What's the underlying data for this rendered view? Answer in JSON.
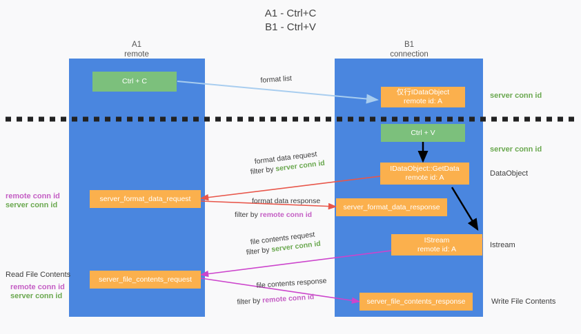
{
  "title": {
    "line1": "A1 - Ctrl+C",
    "line2": "B1 - Ctrl+V"
  },
  "columns": [
    {
      "name": "A1",
      "sub": "remote"
    },
    {
      "name": "B1",
      "sub": "connection"
    }
  ],
  "boxes": {
    "ctrl_c": "Ctrl + C",
    "ctrl_v": "Ctrl + V",
    "idataobject_title": "仅行IDataObject",
    "idataobject_sub": "remote id: A",
    "getdata_title": "IDataObject::GetData",
    "getdata_sub": "remote id: A",
    "istream_title": "IStream",
    "istream_sub": "remote id: A",
    "server_format_data_request": "server_format_data_request",
    "server_format_data_response": "server_format_data_response",
    "server_file_contents_request": "server_file_contents_request",
    "server_file_contents_response": "server_file_contents_response"
  },
  "arrows": {
    "format_list": "format list",
    "format_data_request": "format data request",
    "format_data_request_filter_prefix": "filter by ",
    "format_data_request_filter_value": "server conn id",
    "format_data_response": "format data response",
    "format_data_response_filter_prefix": "filter by ",
    "format_data_response_filter_value": "remote conn id",
    "file_contents_request": "file contents request",
    "file_contents_request_filter_prefix": "filter by ",
    "file_contents_request_filter_value": "server conn id",
    "file_contents_response": "file contents response",
    "file_contents_response_filter_prefix": "filter by ",
    "file_contents_response_filter_value": "remote conn id"
  },
  "right_labels": {
    "server_conn_id_top": "server conn id",
    "server_conn_id_second": "server conn id",
    "dataobject": "DataObject",
    "istream": "Istream",
    "write_file_contents": "Write File Contents"
  },
  "left_labels": {
    "remote_conn_id_upper": "remote conn id",
    "server_conn_id_upper": "server conn id",
    "read_file_contents": "Read File Contents",
    "remote_conn_id_lower": "remote conn id",
    "server_conn_id_lower": "server conn id"
  },
  "colors": {
    "panel_blue": "#4a86df",
    "box_green": "#7cc07c",
    "box_orange": "#fbb04d",
    "accent_green_text": "#6aa84f",
    "accent_magenta_text": "#c45ec4",
    "arrow_red": "#e8564a",
    "arrow_magenta": "#cc44cc",
    "arrow_lightblue": "#a8cdef",
    "arrow_black": "#000000",
    "background": "#f9f9fa"
  }
}
